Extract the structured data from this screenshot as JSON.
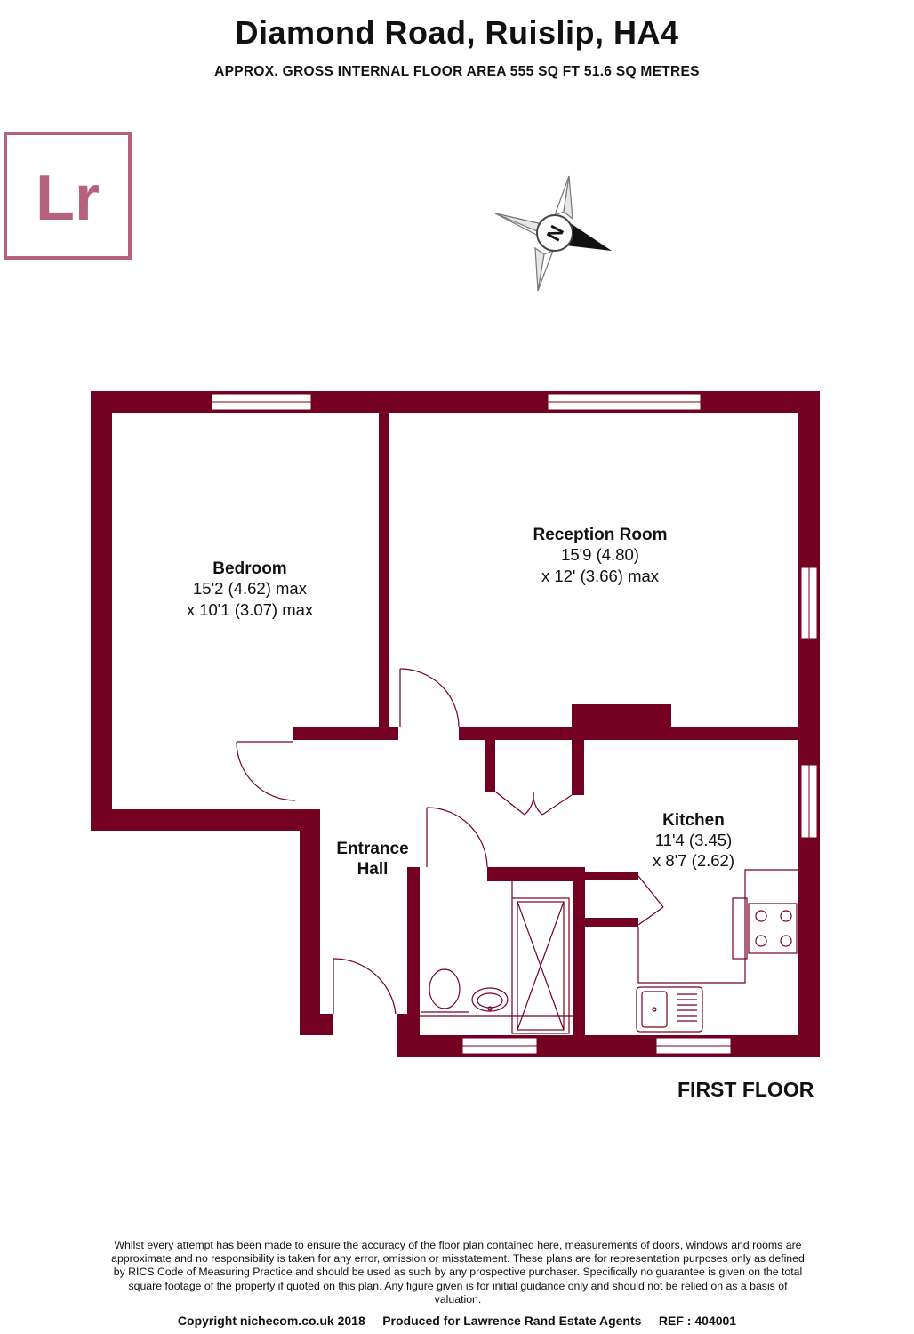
{
  "header": {
    "title": "Diamond Road, Ruislip, HA4",
    "subtitle": "APPROX. GROSS INTERNAL FLOOR AREA 555 SQ FT 51.6 SQ METRES"
  },
  "logo": {
    "text": "Lr",
    "color": "#b5627c"
  },
  "compass": {
    "label": "N"
  },
  "rooms": {
    "bedroom": {
      "name": "Bedroom",
      "dim1": "15'2 (4.62) max",
      "dim2": "x 10'1 (3.07) max"
    },
    "reception": {
      "name": "Reception Room",
      "dim1": "15'9 (4.80)",
      "dim2": "x 12' (3.66) max"
    },
    "kitchen": {
      "name": "Kitchen",
      "dim1": "11'4 (3.45)",
      "dim2": "x 8'7 (2.62)"
    },
    "hall": {
      "name1": "Entrance",
      "name2": "Hall"
    }
  },
  "floor_label": "FIRST FLOOR",
  "disclaimer": "Whilst every attempt has been made to ensure the accuracy of the floor plan contained here, measurements of doors, windows and rooms are approximate and no responsibility is taken for any error, omission or misstatement. These plans are for representation purposes only as defined by RICS Code of Measuring Practice and should be used as such by any prospective purchaser. Specifically no guarantee is given on the total square footage of the property if quoted on this plan. Any figure given is for initial guidance only and should not be relied on as a basis of valuation.",
  "footer": {
    "copyright": "Copyright nichecom.co.uk 2018",
    "produced": "Produced for Lawrence Rand Estate Agents",
    "ref": "REF : 404001"
  },
  "colors": {
    "wall": "#740022",
    "fixture": "#740022"
  }
}
